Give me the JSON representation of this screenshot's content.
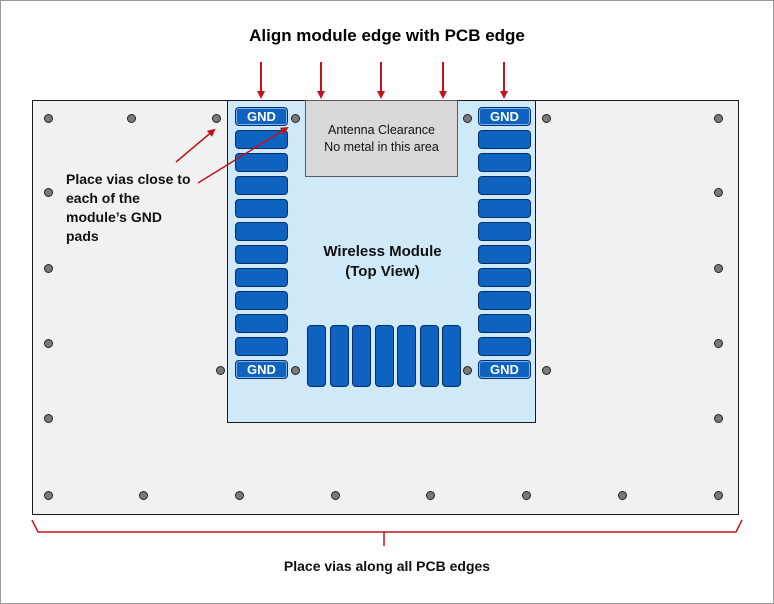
{
  "title": "Align module edge with PCB edge",
  "antenna": {
    "line1": "Antenna Clearance",
    "line2": "No metal in this area"
  },
  "module": {
    "line1": "Wireless Module",
    "line2": "(Top View)"
  },
  "gnd_label": "GND",
  "gnd_labels": [
    "GND",
    "GND",
    "GND",
    "GND"
  ],
  "via_note": {
    "line1": "Place vias close to",
    "line2": "each of the",
    "line3": "module’s GND pads"
  },
  "caption": "Place vias along all PCB edges",
  "colors": {
    "pad_fill": "#0e63c0",
    "module_fill": "#cfe9f8",
    "antenna_fill": "#d9d9d9",
    "pcb_fill": "#f1f1f1",
    "arrow": "#c0141c",
    "via": "#7a7a7a"
  }
}
